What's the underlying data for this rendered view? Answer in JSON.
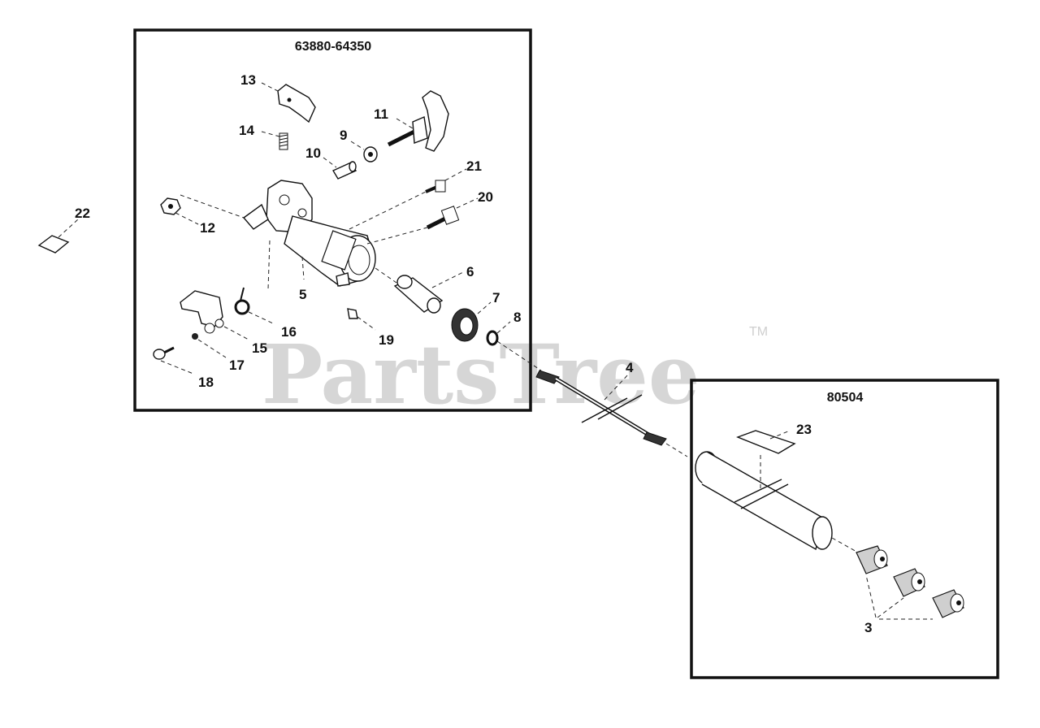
{
  "watermark": {
    "text": "PartsTree",
    "trademark": "TM"
  },
  "assemblies": [
    {
      "id": "starter",
      "label": "63880-64350"
    },
    {
      "id": "tube",
      "label": "80504"
    }
  ],
  "callouts": [
    "3",
    "4",
    "5",
    "6",
    "7",
    "8",
    "9",
    "10",
    "11",
    "12",
    "13",
    "14",
    "15",
    "16",
    "17",
    "18",
    "19",
    "20",
    "21",
    "22",
    "23"
  ]
}
